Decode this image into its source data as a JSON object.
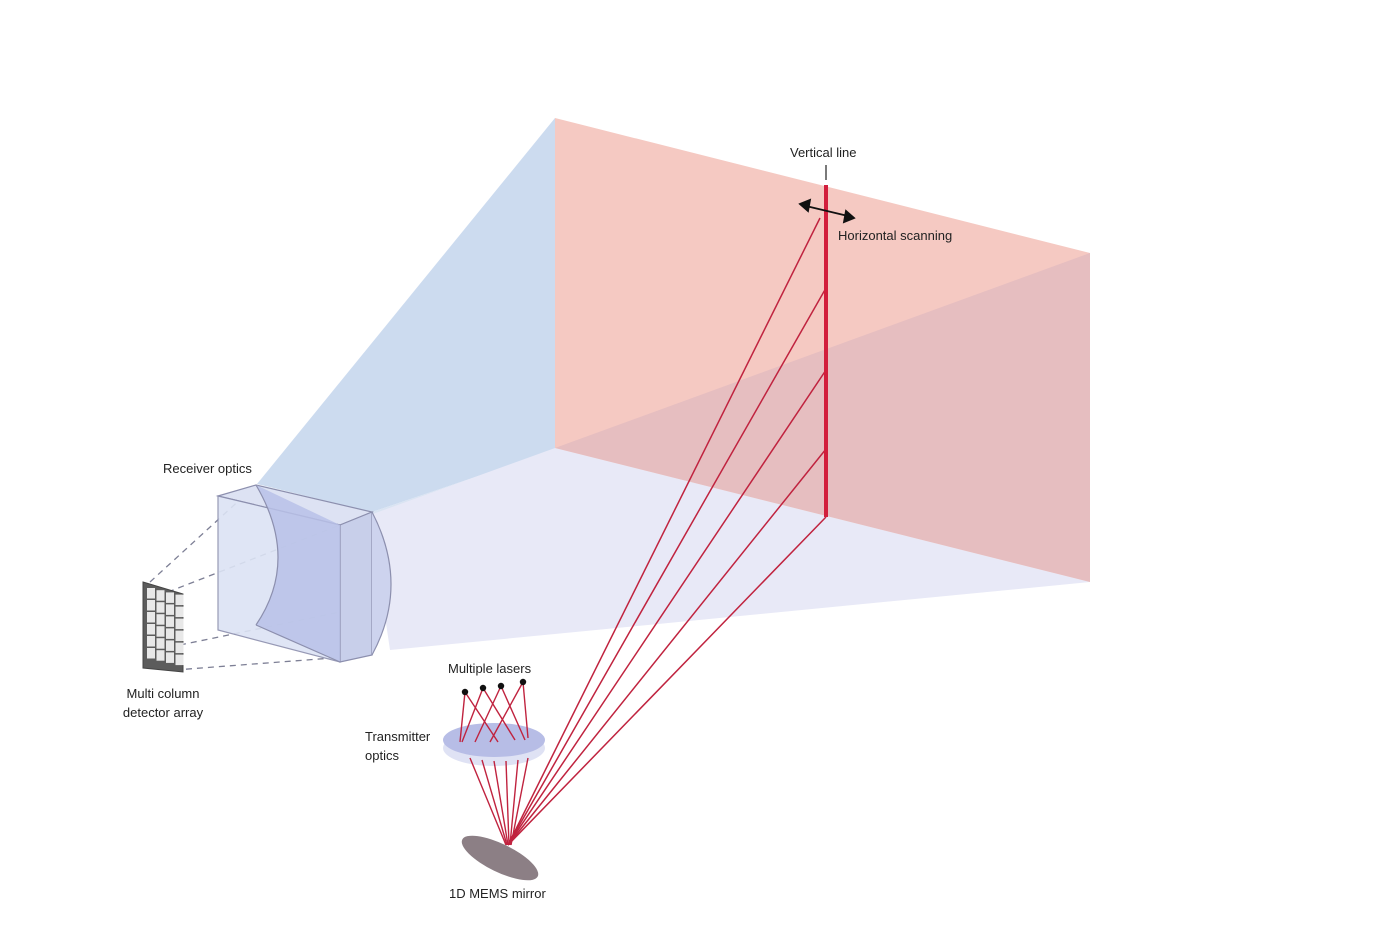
{
  "labels": {
    "vertical_line": "Vertical line",
    "horizontal_scanning": "Horizontal scanning",
    "receiver_optics": "Receiver optics",
    "detector_array_line1": "Multi column",
    "detector_array_line2": "detector array",
    "multiple_lasers": "Multiple lasers",
    "transmitter_optics_line1": "Transmitter",
    "transmitter_optics_line2": "optics",
    "mems_mirror": "1D MEMS mirror"
  },
  "colors": {
    "receiver_fov": "#c9d9ee",
    "scan_plane": "#f4c6c0",
    "floor_plane": "#e6e7f6",
    "laser": "#c0233f",
    "scan_line": "#d21e3c",
    "mirror": "#8c7f85",
    "lens": "#b7bde6"
  },
  "detector_grid": {
    "rows": 6,
    "cols": 4
  },
  "laser_count": 4
}
